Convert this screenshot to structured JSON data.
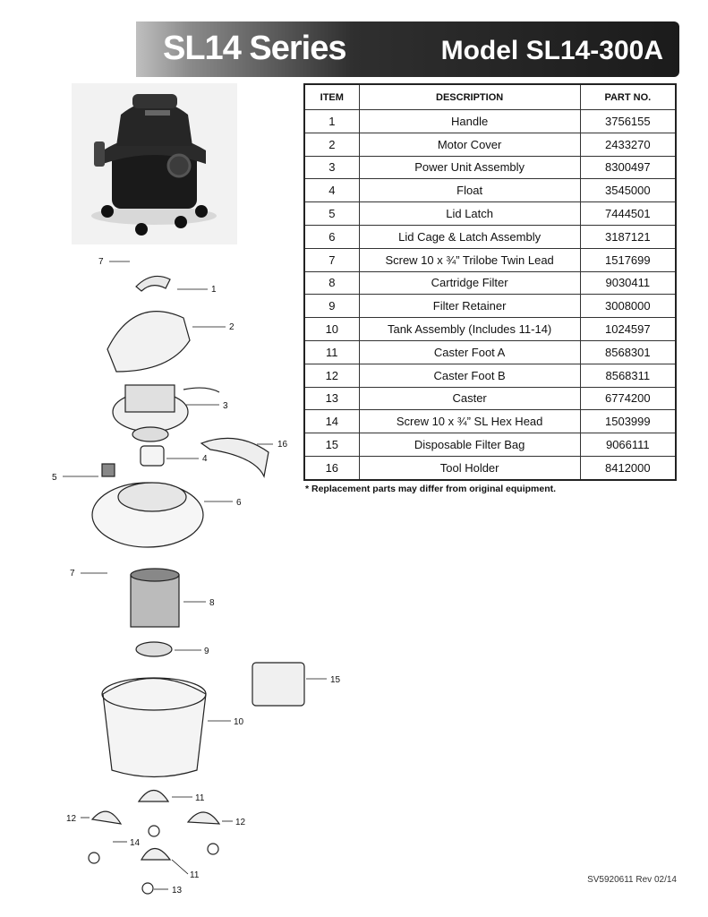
{
  "header": {
    "series": "SL14 Series",
    "model": "Model SL14-300A"
  },
  "table": {
    "headers": [
      "ITEM",
      "DESCRIPTION",
      "PART NO."
    ],
    "rows": [
      {
        "item": "1",
        "description": "Handle",
        "part_no": "3756155"
      },
      {
        "item": "2",
        "description": "Motor Cover",
        "part_no": "2433270"
      },
      {
        "item": "3",
        "description": "Power Unit Assembly",
        "part_no": "8300497"
      },
      {
        "item": "4",
        "description": "Float",
        "part_no": "3545000"
      },
      {
        "item": "5",
        "description": "Lid Latch",
        "part_no": "7444501"
      },
      {
        "item": "6",
        "description": "Lid Cage & Latch Assembly",
        "part_no": "3187121"
      },
      {
        "item": "7",
        "description": "Screw 10 x ¾” Trilobe Twin Lead",
        "part_no": "1517699"
      },
      {
        "item": "8",
        "description": "Cartridge Filter",
        "part_no": "9030411"
      },
      {
        "item": "9",
        "description": "Filter Retainer",
        "part_no": "3008000"
      },
      {
        "item": "10",
        "description": "Tank Assembly (Includes 11-14)",
        "part_no": "1024597"
      },
      {
        "item": "11",
        "description": "Caster Foot A",
        "part_no": "8568301"
      },
      {
        "item": "12",
        "description": "Caster Foot B",
        "part_no": "8568311"
      },
      {
        "item": "13",
        "description": "Caster",
        "part_no": "6774200"
      },
      {
        "item": "14",
        "description": "Screw 10 x ¾” SL Hex Head",
        "part_no": "1503999"
      },
      {
        "item": "15",
        "description": "Disposable Filter Bag",
        "part_no": "9066111"
      },
      {
        "item": "16",
        "description": "Tool Holder",
        "part_no": "8412000"
      }
    ]
  },
  "note": "* Replacement parts may differ from original equipment.",
  "footer_code": "SV5920611 Rev 02/14",
  "callouts": {
    "c7a": "7",
    "c1": "1",
    "c2": "2",
    "c3": "3",
    "c16": "16",
    "c4": "4",
    "c5": "5",
    "c6": "6",
    "c7b": "7",
    "c8": "8",
    "c9": "9",
    "c15": "15",
    "c10": "10",
    "c11a": "11",
    "c12a": "12",
    "c12b": "12",
    "c14": "14",
    "c11b": "11",
    "c13": "13"
  }
}
